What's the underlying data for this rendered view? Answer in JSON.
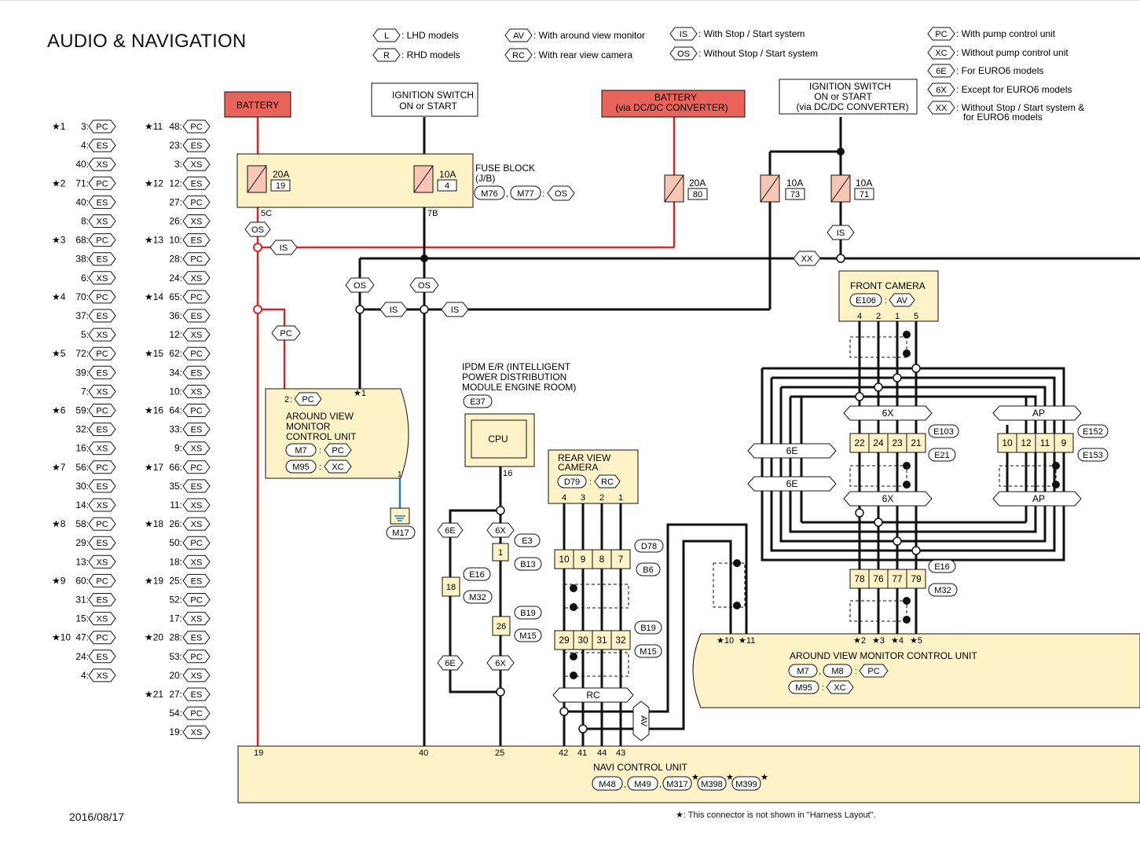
{
  "title": "AUDIO & NAVIGATION",
  "date": "2016/08/17",
  "footnote": "★: This connector is not shown in \"Harness Layout\".",
  "colors": {
    "battery": "#e8645a",
    "unit": "#fdf3c6",
    "power": "#d62828",
    "ground": "#2a7ab5",
    "fuse": "#f7c5b3"
  },
  "legend": [
    {
      "code": "L",
      "text": ": LHD models"
    },
    {
      "code": "R",
      "text": ": RHD models"
    },
    {
      "code": "AV",
      "text": ": With around view monitor"
    },
    {
      "code": "RC",
      "text": ": With rear view camera"
    },
    {
      "code": "IS",
      "text": ": With Stop / Start system"
    },
    {
      "code": "OS",
      "text": ": Without Stop / Start system"
    },
    {
      "code": "PC",
      "text": ": With pump control unit"
    },
    {
      "code": "XC",
      "text": ": Without pump control unit"
    },
    {
      "code": "6E",
      "text": ": For EURO6 models"
    },
    {
      "code": "6X",
      "text": ": Except for EURO6 models"
    },
    {
      "code": "XX",
      "text": ": Without Stop / Start system &"
    },
    {
      "code": "",
      "text": "for EURO6 models"
    }
  ],
  "pin_table": {
    "col1": [
      {
        "star": "★1",
        "pin": "3:",
        "code": "PC"
      },
      {
        "star": "",
        "pin": "4:",
        "code": "ES"
      },
      {
        "star": "",
        "pin": "40:",
        "code": "XS"
      },
      {
        "star": "★2",
        "pin": "71:",
        "code": "PC"
      },
      {
        "star": "",
        "pin": "40:",
        "code": "ES"
      },
      {
        "star": "",
        "pin": "8:",
        "code": "XS"
      },
      {
        "star": "★3",
        "pin": "68:",
        "code": "PC"
      },
      {
        "star": "",
        "pin": "38:",
        "code": "ES"
      },
      {
        "star": "",
        "pin": "6:",
        "code": "XS"
      },
      {
        "star": "★4",
        "pin": "70:",
        "code": "PC"
      },
      {
        "star": "",
        "pin": "37:",
        "code": "ES"
      },
      {
        "star": "",
        "pin": "5:",
        "code": "XS"
      },
      {
        "star": "★5",
        "pin": "72:",
        "code": "PC"
      },
      {
        "star": "",
        "pin": "39:",
        "code": "ES"
      },
      {
        "star": "",
        "pin": "7:",
        "code": "XS"
      },
      {
        "star": "★6",
        "pin": "59:",
        "code": "PC"
      },
      {
        "star": "",
        "pin": "32:",
        "code": "ES"
      },
      {
        "star": "",
        "pin": "16:",
        "code": "XS"
      },
      {
        "star": "★7",
        "pin": "56:",
        "code": "PC"
      },
      {
        "star": "",
        "pin": "30:",
        "code": "ES"
      },
      {
        "star": "",
        "pin": "14:",
        "code": "XS"
      },
      {
        "star": "★8",
        "pin": "58:",
        "code": "PC"
      },
      {
        "star": "",
        "pin": "29:",
        "code": "ES"
      },
      {
        "star": "",
        "pin": "13:",
        "code": "XS"
      },
      {
        "star": "★9",
        "pin": "60:",
        "code": "PC"
      },
      {
        "star": "",
        "pin": "31:",
        "code": "ES"
      },
      {
        "star": "",
        "pin": "15:",
        "code": "XS"
      },
      {
        "star": "★10",
        "pin": "47:",
        "code": "PC"
      },
      {
        "star": "",
        "pin": "24:",
        "code": "ES"
      },
      {
        "star": "",
        "pin": "4:",
        "code": "XS"
      }
    ],
    "col2": [
      {
        "star": "★11",
        "pin": "48:",
        "code": "PC"
      },
      {
        "star": "",
        "pin": "23:",
        "code": "ES"
      },
      {
        "star": "",
        "pin": "3:",
        "code": "XS"
      },
      {
        "star": "★12",
        "pin": "12:",
        "code": "ES"
      },
      {
        "star": "",
        "pin": "27:",
        "code": "PC"
      },
      {
        "star": "",
        "pin": "26:",
        "code": "XS"
      },
      {
        "star": "★13",
        "pin": "10:",
        "code": "ES"
      },
      {
        "star": "",
        "pin": "28:",
        "code": "PC"
      },
      {
        "star": "",
        "pin": "24:",
        "code": "XS"
      },
      {
        "star": "★14",
        "pin": "65:",
        "code": "PC"
      },
      {
        "star": "",
        "pin": "36:",
        "code": "ES"
      },
      {
        "star": "",
        "pin": "12:",
        "code": "XS"
      },
      {
        "star": "★15",
        "pin": "62:",
        "code": "PC"
      },
      {
        "star": "",
        "pin": "34:",
        "code": "ES"
      },
      {
        "star": "",
        "pin": "10:",
        "code": "XS"
      },
      {
        "star": "★16",
        "pin": "64:",
        "code": "PC"
      },
      {
        "star": "",
        "pin": "33:",
        "code": "ES"
      },
      {
        "star": "",
        "pin": "9:",
        "code": "XS"
      },
      {
        "star": "★17",
        "pin": "66:",
        "code": "PC"
      },
      {
        "star": "",
        "pin": "35:",
        "code": "ES"
      },
      {
        "star": "",
        "pin": "11:",
        "code": "XS"
      },
      {
        "star": "★18",
        "pin": "26:",
        "code": "XS"
      },
      {
        "star": "",
        "pin": "50:",
        "code": "PC"
      },
      {
        "star": "",
        "pin": "18:",
        "code": "XS"
      },
      {
        "star": "★19",
        "pin": "25:",
        "code": "ES"
      },
      {
        "star": "",
        "pin": "52:",
        "code": "PC"
      },
      {
        "star": "",
        "pin": "17:",
        "code": "XS"
      },
      {
        "star": "★20",
        "pin": "28:",
        "code": "ES"
      },
      {
        "star": "",
        "pin": "53:",
        "code": "PC"
      },
      {
        "star": "",
        "pin": "20:",
        "code": "XS"
      },
      {
        "star": "★21",
        "pin": "27:",
        "code": "ES"
      },
      {
        "star": "",
        "pin": "54:",
        "code": "PC"
      },
      {
        "star": "",
        "pin": "19:",
        "code": "XS"
      }
    ]
  },
  "boxes": {
    "battery1": "BATTERY",
    "ign1": [
      "IGNITION SWITCH",
      "ON or START"
    ],
    "battery2": [
      "BATTERY",
      "(via DC/DC CONVERTER)"
    ],
    "ign2": [
      "IGNITION SWITCH",
      "ON or START",
      "(via DC/DC CONVERTER)"
    ]
  },
  "fuse_block": {
    "label": [
      "FUSE BLOCK",
      "(J/B)"
    ],
    "conns": [
      "M76",
      "M77"
    ],
    "cond": "OS",
    "f1": {
      "amp": "20A",
      "num": "19",
      "pin": "5C"
    },
    "f2": {
      "amp": "10A",
      "num": "4",
      "pin": "7B"
    }
  },
  "fuses": [
    {
      "amp": "20A",
      "num": "80"
    },
    {
      "amp": "10A",
      "num": "73"
    },
    {
      "amp": "10A",
      "num": "71"
    }
  ],
  "avm_left": {
    "pin_top": "2",
    "pin_code": "PC",
    "star": "★1",
    "label": [
      "AROUND VIEW",
      "MONITOR",
      "CONTROL UNIT"
    ],
    "c1": "M7",
    "c1code": "PC",
    "c2": "M95",
    "c2code": "XC",
    "pin_gnd": "1",
    "ground": "M17"
  },
  "ipdm": {
    "label": [
      "IPDM E/R (INTELLIGENT",
      "POWER DISTRIBUTION",
      "MODULE ENGINE ROOM)"
    ],
    "conn": "E37",
    "cpu": "CPU",
    "pin": "16"
  },
  "ipdm_path": {
    "l1": "6E",
    "r1": "6X",
    "c_e3": "E3",
    "b13": "B13",
    "p1": "1",
    "e16": "E16",
    "m32": "M32",
    "p18": "18",
    "b19": "B19",
    "m15": "M15",
    "p26": "26",
    "l2": "6E",
    "r2": "6X"
  },
  "rear_cam": {
    "label": [
      "REAR VIEW",
      "CAMERA"
    ],
    "conn": "D79",
    "code": "RC",
    "pins": [
      "4",
      "3",
      "2",
      "1"
    ],
    "row1": [
      "10",
      "9",
      "8",
      "7"
    ],
    "row1_c1": "D78",
    "row1_c2": "B6",
    "row2": [
      "29",
      "30",
      "31",
      "32"
    ],
    "row2_c1": "B19",
    "row2_c2": "M15",
    "rc": "RC",
    "av": "AV"
  },
  "front_cam": {
    "label": "FRONT CAMERA",
    "conn": "E106",
    "code": "AV",
    "pins": [
      "4",
      "2",
      "1",
      "5"
    ],
    "x6": "6X",
    "ap": "AP",
    "e6": "6E",
    "mid": [
      "22",
      "24",
      "23",
      "21"
    ],
    "mid_c1": "E103",
    "mid_c2": "E21",
    "right": [
      "10",
      "12",
      "11",
      "9"
    ],
    "right_c1": "E152",
    "right_c2": "E153",
    "low": [
      "78",
      "76",
      "77",
      "79"
    ],
    "low_c1": "E16",
    "low_c2": "M32"
  },
  "avm_right": {
    "label": "AROUND VIEW MONITOR CONTROL UNIT",
    "c1": "M7",
    "c2": "M8",
    "c1code": "PC",
    "c3": "M95",
    "c3code": "XC",
    "stars_left": [
      "★10",
      "★11"
    ],
    "stars_right": [
      "★2",
      "★3",
      "★4",
      "★5"
    ]
  },
  "navi": {
    "label": "NAVI CONTROL UNIT",
    "pins": [
      "19",
      "40",
      "25",
      "42",
      "41",
      "44",
      "43"
    ],
    "conns": [
      "M48",
      "M49",
      "M317",
      "M398",
      "M399"
    ]
  },
  "conds": {
    "os": "OS",
    "is": "IS",
    "pc": "PC",
    "xx": "XX",
    "f1star": "★"
  }
}
